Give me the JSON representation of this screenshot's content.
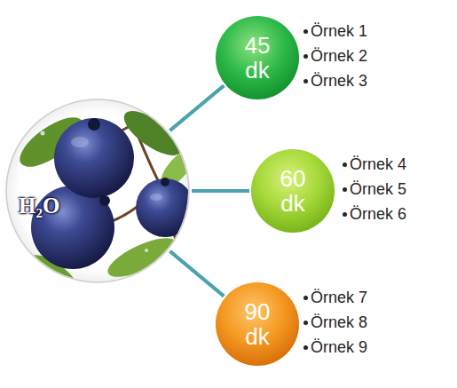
{
  "diagram": {
    "nodes": [
      {
        "text": [
          "H₂O"
        ]
      },
      {
        "text": [
          "45 dk"
        ]
      },
      {
        "text": [
          "60 dk"
        ]
      },
      {
        "text": [
          "90 dk"
        ]
      }
    ],
    "edges": [
      {
        "from": 0,
        "to": 1,
        "arrow": "none"
      },
      {
        "from": 0,
        "to": 2,
        "arrow": "none"
      },
      {
        "from": 0,
        "to": 3,
        "arrow": "none"
      }
    ],
    "labels": [
      "Örnek 1",
      "Örnek 2",
      "Örnek 3",
      "Örnek 4",
      "Örnek 5",
      "Örnek 6",
      "Örnek 7",
      "Örnek 8",
      "Örnek 9"
    ]
  }
}
